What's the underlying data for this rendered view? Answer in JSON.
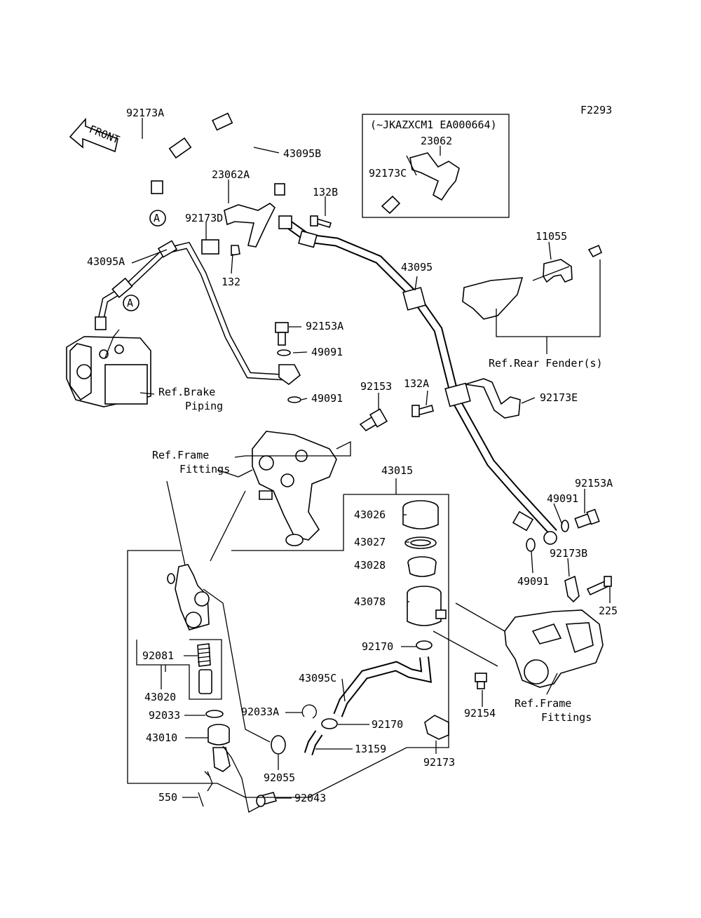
{
  "figure_code": "F2293",
  "front_label": "FRONT",
  "variant_note": "(~JKAZXCM1 EA000664)",
  "connector_a": "A",
  "references": {
    "brake_piping_1": "Ref.Brake",
    "brake_piping_2": "Piping",
    "frame_left_1": "Ref.Frame",
    "frame_left_2": "Fittings",
    "frame_right_1": "Ref.Frame",
    "frame_right_2": "Fittings",
    "rear_fender": "Ref.Rear Fender(s)"
  },
  "parts": [
    {
      "key": "p92173A",
      "label": "92173A"
    },
    {
      "key": "p43095B",
      "label": "43095B"
    },
    {
      "key": "p23062A",
      "label": "23062A"
    },
    {
      "key": "p132B",
      "label": "132B"
    },
    {
      "key": "p92173D",
      "label": "92173D"
    },
    {
      "key": "p132",
      "label": "132"
    },
    {
      "key": "p43095A",
      "label": "43095A"
    },
    {
      "key": "p23062",
      "label": "23062"
    },
    {
      "key": "p92173C",
      "label": "92173C"
    },
    {
      "key": "p11055",
      "label": "11055"
    },
    {
      "key": "p43095",
      "label": "43095"
    },
    {
      "key": "p92153A_top",
      "label": "92153A"
    },
    {
      "key": "p49091_a",
      "label": "49091"
    },
    {
      "key": "p49091_b",
      "label": "49091"
    },
    {
      "key": "p92153",
      "label": "92153"
    },
    {
      "key": "p132A",
      "label": "132A"
    },
    {
      "key": "p92173E",
      "label": "92173E"
    },
    {
      "key": "p43015",
      "label": "43015"
    },
    {
      "key": "p43026",
      "label": "43026"
    },
    {
      "key": "p43027",
      "label": "43027"
    },
    {
      "key": "p43028",
      "label": "43028"
    },
    {
      "key": "p43078",
      "label": "43078"
    },
    {
      "key": "p92153A_right",
      "label": "92153A"
    },
    {
      "key": "p49091_c",
      "label": "49091"
    },
    {
      "key": "p49091_d",
      "label": "49091"
    },
    {
      "key": "p92173B",
      "label": "92173B"
    },
    {
      "key": "p225",
      "label": "225"
    },
    {
      "key": "p92170_a",
      "label": "92170"
    },
    {
      "key": "p43095C",
      "label": "43095C"
    },
    {
      "key": "p92081",
      "label": "92081"
    },
    {
      "key": "p43020",
      "label": "43020"
    },
    {
      "key": "p92033",
      "label": "92033"
    },
    {
      "key": "p43010",
      "label": "43010"
    },
    {
      "key": "p92033A",
      "label": "92033A"
    },
    {
      "key": "p92170_b",
      "label": "92170"
    },
    {
      "key": "p13159",
      "label": "13159"
    },
    {
      "key": "p92055",
      "label": "92055"
    },
    {
      "key": "p92154",
      "label": "92154"
    },
    {
      "key": "p92173",
      "label": "92173"
    },
    {
      "key": "p550",
      "label": "550"
    },
    {
      "key": "p92043",
      "label": "92043"
    }
  ]
}
